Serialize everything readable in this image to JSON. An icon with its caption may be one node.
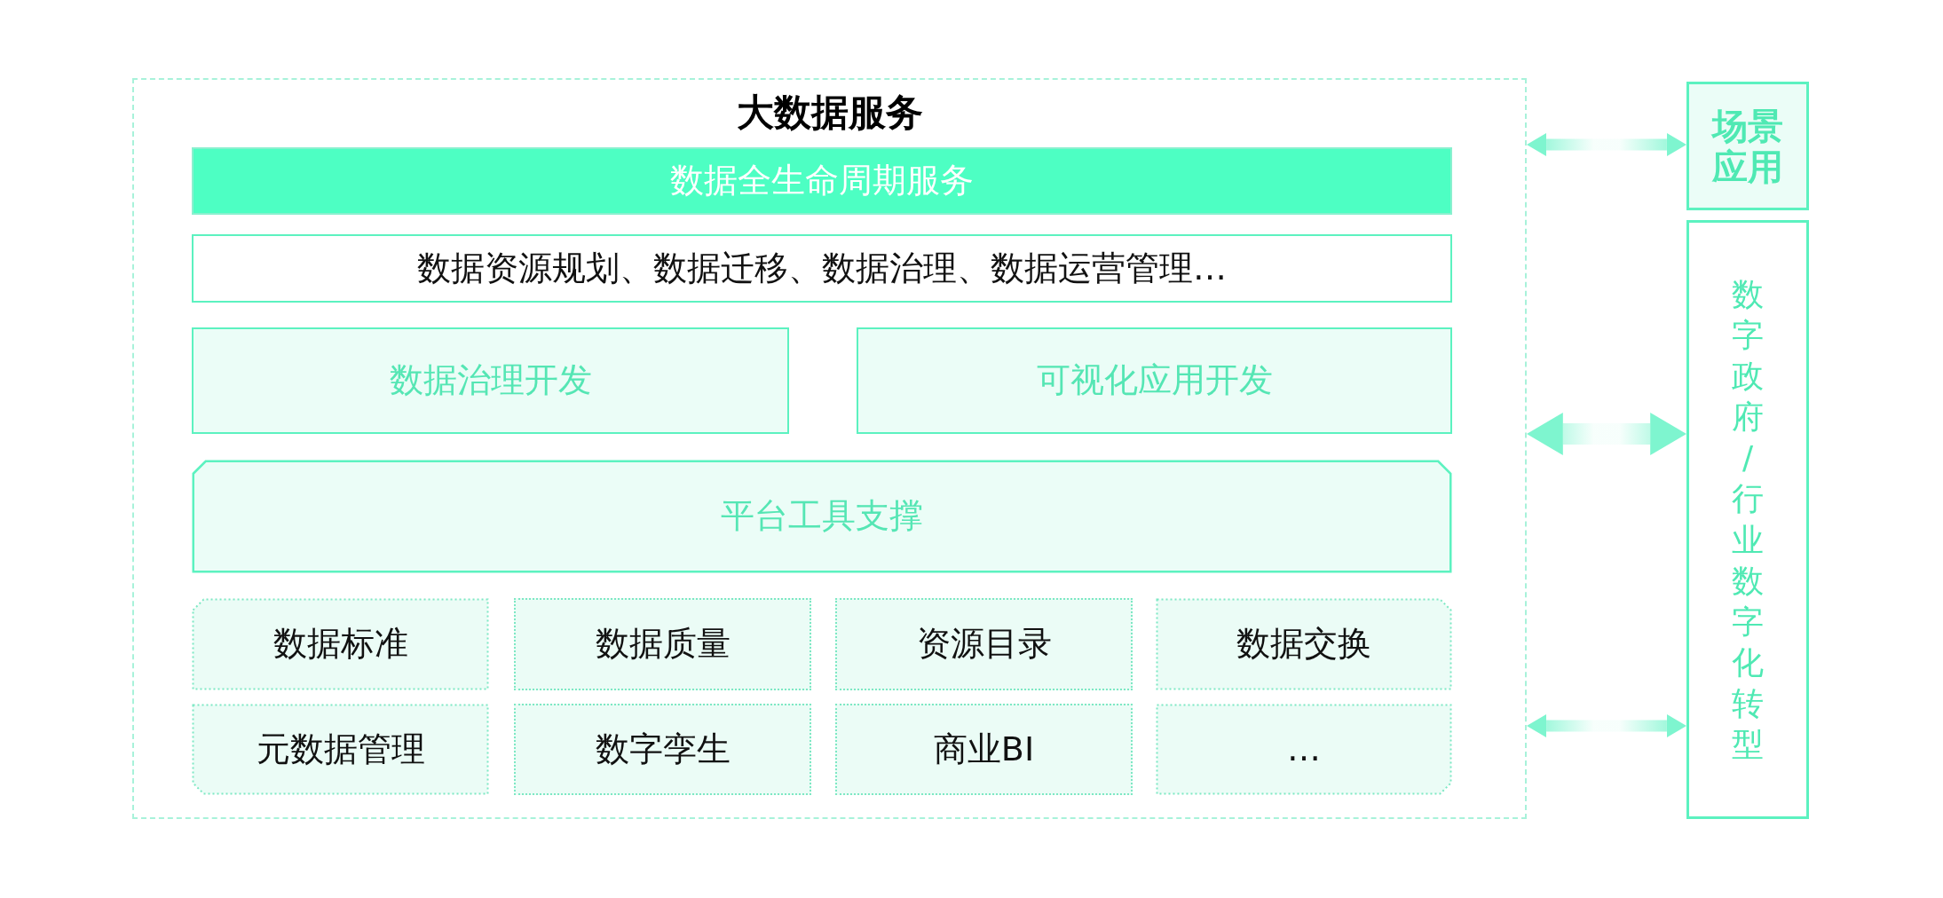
{
  "diagram": {
    "nodes": [
      {
        "text": [
          "大数据服务"
        ]
      },
      {
        "text": [
          "数据全生命周期服务"
        ],
        "in": 0
      },
      {
        "text": [
          "数据资源规划、数据迁移、数据治理、数据运营管理…"
        ],
        "in": 0
      },
      {
        "text": [
          "数据治理开发"
        ],
        "in": 0
      },
      {
        "text": [
          "可视化应用开发"
        ],
        "in": 0
      },
      {
        "text": [
          "平台工具支撑"
        ],
        "in": 0
      },
      {
        "text": [
          "数据标准"
        ],
        "in": 0
      },
      {
        "text": [
          "数据质量"
        ],
        "in": 0
      },
      {
        "text": [
          "资源目录"
        ],
        "in": 0
      },
      {
        "text": [
          "数据交换"
        ],
        "in": 0
      },
      {
        "text": [
          "元数据管理"
        ],
        "in": 0
      },
      {
        "text": [
          "数字孪生"
        ],
        "in": 0
      },
      {
        "text": [
          "商业BI"
        ],
        "in": 0
      },
      {
        "text": [
          "…"
        ],
        "in": 0
      },
      {
        "text": [
          "场景应用"
        ]
      },
      {
        "text": [
          "数字政府/行业数字化转型"
        ]
      }
    ],
    "edges": [
      {
        "from": 0,
        "to": 14,
        "arrow": "both"
      },
      {
        "from": 0,
        "to": 15,
        "arrow": "both",
        "style": "thick"
      },
      {
        "from": 0,
        "to": 15,
        "arrow": "both"
      }
    ]
  }
}
